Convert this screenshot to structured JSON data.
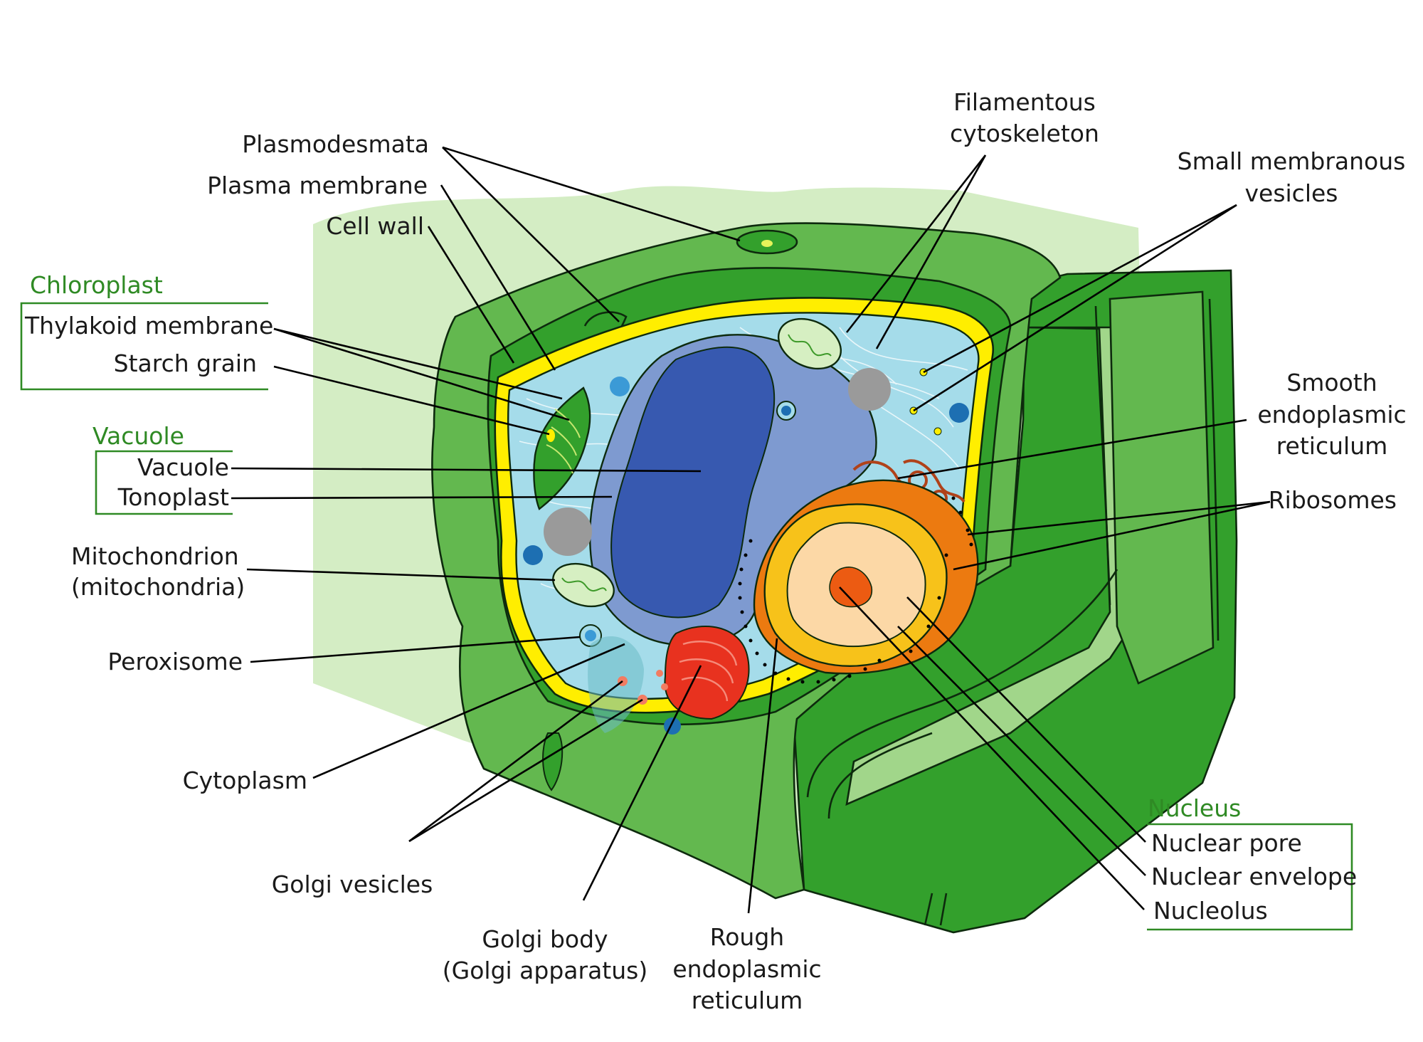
{
  "colors": {
    "background_tissue": "#d4edc4",
    "cell_wall": "#63b84f",
    "cell_wall_dark": "#33a02c",
    "cell_wall_light": "#a1d68a",
    "plasma_membrane": "#ffee00",
    "cytoplasm": "#a5dcea",
    "vacuole": "#3759b0",
    "tonoplast": "#7e9ad0",
    "nucleus": "#f5a31f",
    "nucleolus": "#ec5b12",
    "golgi": "#e8321f",
    "group_label": "#2f8a24",
    "leader_line": "#000000"
  },
  "groups": {
    "chloroplast": "Chloroplast",
    "vacuole": "Vacuole",
    "nucleus": "Nucleus"
  },
  "labels": {
    "plasmodesmata": "Plasmodesmata",
    "plasma_membrane": "Plasma membrane",
    "cell_wall": "Cell wall",
    "thylakoid_membrane": "Thylakoid membrane",
    "starch_grain": "Starch grain",
    "vacuole": "Vacuole",
    "tonoplast": "Tonoplast",
    "mitochondrion_1": "Mitochondrion",
    "mitochondrion_2": "(mitochondria)",
    "peroxisome": "Peroxisome",
    "cytoplasm": "Cytoplasm",
    "golgi_vesicles": "Golgi vesicles",
    "golgi_body_1": "Golgi body",
    "golgi_body_2": "(Golgi apparatus)",
    "rough_er_1": "Rough",
    "rough_er_2": "endoplasmic",
    "rough_er_3": "reticulum",
    "filamentous_1": "Filamentous",
    "filamentous_2": "cytoskeleton",
    "small_vesicles_1": "Small membranous",
    "small_vesicles_2": "vesicles",
    "smooth_er_1": "Smooth",
    "smooth_er_2": "endoplasmic",
    "smooth_er_3": "reticulum",
    "ribosomes": "Ribosomes",
    "nuclear_pore": "Nuclear pore",
    "nuclear_envelope": "Nuclear envelope",
    "nucleolus": "Nucleolus"
  }
}
